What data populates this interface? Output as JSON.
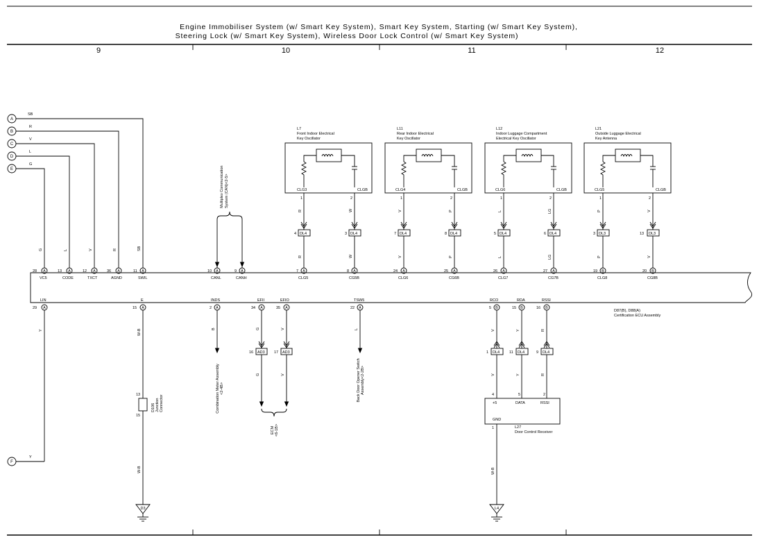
{
  "header": {
    "title_line1": "Engine Immobiliser System (w/ Smart Key System),  Smart Key System,  Starting (w/ Smart Key System),",
    "title_line2": "Steering Lock (w/ Smart Key System),  Wireless Door Lock Control (w/ Smart Key System)",
    "columns": [
      "9",
      "10",
      "11",
      "12"
    ]
  },
  "connectors_left": [
    {
      "letter": "A",
      "wire": "SB"
    },
    {
      "letter": "B",
      "wire": "R"
    },
    {
      "letter": "C",
      "wire": "V"
    },
    {
      "letter": "D",
      "wire": "L"
    },
    {
      "letter": "E",
      "wire": "G"
    },
    {
      "letter": "F",
      "wire": "Y"
    }
  ],
  "ecu": {
    "name_line1": "D87(B), D88(A)",
    "name_line2": "Certification ECU Assembly",
    "top_pins": [
      {
        "num": "28",
        "conn": "A",
        "name": "VC5",
        "wire": "G"
      },
      {
        "num": "13",
        "conn": "A",
        "name": "CODE",
        "wire": "L"
      },
      {
        "num": "12",
        "conn": "A",
        "name": "TXCT",
        "wire": "V"
      },
      {
        "num": "36",
        "conn": "A",
        "name": "AGND",
        "wire": "R"
      },
      {
        "num": "11",
        "conn": "A",
        "name": "SWIL",
        "wire": "SB"
      },
      {
        "num": "10",
        "conn": "A",
        "name": "CANL",
        "wire": ""
      },
      {
        "num": "9",
        "conn": "A",
        "name": "CANH",
        "wire": ""
      },
      {
        "num": "7",
        "conn": "A",
        "name": "CLG5",
        "wire": "R"
      },
      {
        "num": "8",
        "conn": "A",
        "name": "CG5B",
        "wire": "W"
      },
      {
        "num": "24",
        "conn": "A",
        "name": "CLG6",
        "wire": "V"
      },
      {
        "num": "25",
        "conn": "A",
        "name": "CG6B",
        "wire": "P"
      },
      {
        "num": "26",
        "conn": "A",
        "name": "CLG7",
        "wire": "L"
      },
      {
        "num": "27",
        "conn": "A",
        "name": "CG7B",
        "wire": "LG"
      },
      {
        "num": "19",
        "conn": "B",
        "name": "CLG8",
        "wire": "P"
      },
      {
        "num": "20",
        "conn": "B",
        "name": "CG8B",
        "wire": "V"
      }
    ],
    "bottom_pins": [
      {
        "num": "29",
        "conn": "A",
        "name": "LIN",
        "wire": "Y"
      },
      {
        "num": "15",
        "conn": "A",
        "name": "E",
        "wire": "W-B"
      },
      {
        "num": "2",
        "conn": "A",
        "name": "INDS",
        "wire": "B"
      },
      {
        "num": "34",
        "conn": "A",
        "name": "EFII",
        "wire": "G"
      },
      {
        "num": "35",
        "conn": "A",
        "name": "EFIO",
        "wire": "V"
      },
      {
        "num": "22",
        "conn": "A",
        "name": "TSW5",
        "wire": "L"
      },
      {
        "num": "5",
        "conn": "B",
        "name": "RCO",
        "wire": "V"
      },
      {
        "num": "15",
        "conn": "B",
        "name": "RDA",
        "wire": "Y"
      },
      {
        "num": "16",
        "conn": "B",
        "name": "RSSI",
        "wire": "R"
      }
    ]
  },
  "multiplex": {
    "line1": "Multiplex Communication",
    "line2": "System (CAN)<2-5>"
  },
  "oscillators": [
    {
      "id": "L7",
      "name1": "Front Indoor Electrical",
      "name2": "Key Oscillator",
      "pin_l": "CLG3",
      "pin_r": "CLGB",
      "wire_l": "R",
      "wire_r": "W",
      "dl_l": "4",
      "dl_r": "3",
      "dl_name": "DL4"
    },
    {
      "id": "L11",
      "name1": "Rear Indoor Electrical",
      "name2": "Key Oscillator",
      "pin_l": "CLG4",
      "pin_r": "CLGB",
      "wire_l": "V",
      "wire_r": "P",
      "dl_l": "7",
      "dl_r": "8",
      "dl_name": "DL4"
    },
    {
      "id": "L12",
      "name1": "Indoor Luggage Compartment",
      "name2": "Electrical Key Oscillator",
      "pin_l": "CLG6",
      "pin_r": "CLGB",
      "wire_l": "L",
      "wire_r": "LG",
      "dl_l": "5",
      "dl_r": "6",
      "dl_name": "DL4"
    },
    {
      "id": "L21",
      "name1": "Outside Luggage Electrical",
      "name2": "Key Antenna",
      "pin_l": "CLG5",
      "pin_r": "CLGB",
      "wire_l": "P",
      "wire_r": "V",
      "dl_l": "3",
      "dl_r": "13",
      "dl_name": "DL3"
    }
  ],
  "osc_pin_numbers": [
    "1",
    "2"
  ],
  "ad3": {
    "pin_l": "16",
    "pin_r": "17",
    "name": "AD3"
  },
  "destinations": {
    "combination_meter": {
      "line1": "Combination Meter Assembly",
      "line2": "<2-4B>"
    },
    "ecm": {
      "line1": "ECM",
      "line2": "<6-1B>"
    },
    "back_door": {
      "line1": "Back Door Opener Switch",
      "line2": "Assembly<2-2B>"
    }
  },
  "junction": {
    "id": "D106",
    "name1": "Junction",
    "name2": "Connector",
    "pin_top": "13",
    "pin_bottom": "15"
  },
  "dl_bottom": [
    {
      "num": "1",
      "name": "DL4"
    },
    {
      "num": "11",
      "name": "DL4"
    },
    {
      "num": "9",
      "name": "DL4"
    }
  ],
  "receiver": {
    "id": "L27",
    "name": "Door Control Receiver",
    "pins": [
      {
        "num": "4",
        "name": "+5"
      },
      {
        "num": "5",
        "name": "DATA"
      },
      {
        "num": "2",
        "name": "RSSI"
      }
    ],
    "gnd_label": "GND",
    "gnd_pin": "1",
    "gnd_wire": "W-B"
  },
  "grounds": [
    {
      "id": "D3",
      "wire": "W-B"
    },
    {
      "id": "L4",
      "wire": "W-B"
    }
  ]
}
